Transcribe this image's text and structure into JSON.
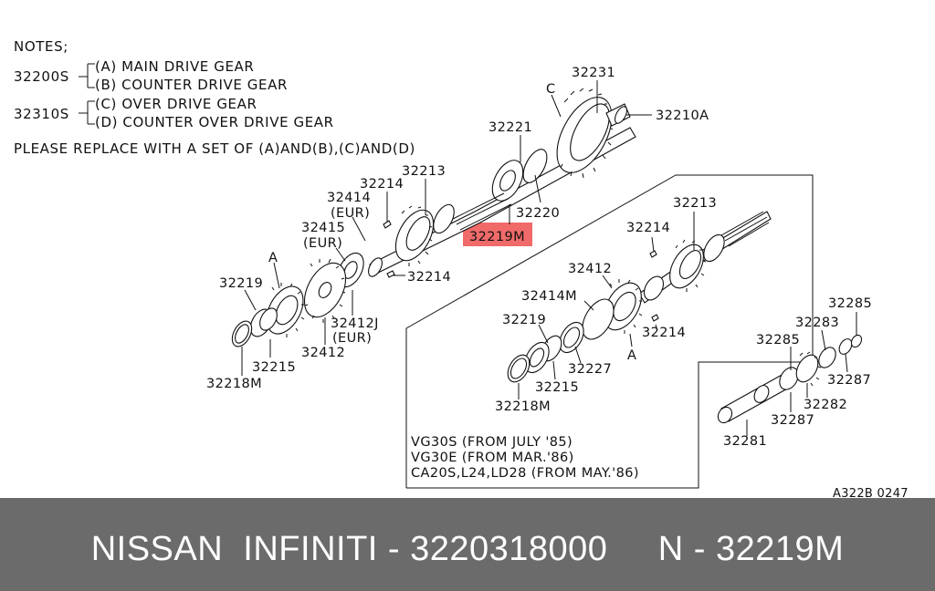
{
  "notes": {
    "heading": "NOTES;",
    "group1_code": "32200S",
    "group1_a": "(A) MAIN DRIVE GEAR",
    "group1_b": "(B) COUNTER DRIVE GEAR",
    "group2_code": "32310S",
    "group2_c": "(C) OVER DRIVE GEAR",
    "group2_d": "(D) COUNTER OVER DRIVE GEAR",
    "replace": "PLEASE REPLACE WITH A SET OF (A)AND(B),(C)AND(D)"
  },
  "labels": {
    "p32231": "32231",
    "pC": "C",
    "p32210A": "32210A",
    "p32221": "32221",
    "p32213_top": "32213",
    "p32220": "32220",
    "p32214_a": "32214",
    "p32414": "32414",
    "eur1": "(EUR)",
    "p32415": "32415",
    "eur2": "(EUR)",
    "p32219M": "32219M",
    "p32214_b": "32214",
    "pA_left": "A",
    "p32219_left": "32219",
    "p32412J": "32412J",
    "eur3": "(EUR)",
    "p32215_left": "32215",
    "p32412_left": "32412",
    "p32218M_left": "32218M",
    "p32213_box": "32213",
    "p32214_box": "32214",
    "p32412_box": "32412",
    "p32414M": "32414M",
    "p32214_box2": "32214",
    "p32219_box": "32219",
    "pA_box": "A",
    "p32227": "32227",
    "p32215_box": "32215",
    "p32218M_box": "32218M",
    "p32285_a": "32285",
    "p32283": "32283",
    "p32285_b": "32285",
    "p32287_a": "32287",
    "p32282": "32282",
    "p32287_b": "32287",
    "p32281": "32281"
  },
  "box_notes": {
    "line1": "VG30S (FROM JULY '85)",
    "line2": "VG30E (FROM MAR.'86)",
    "line3": "CA20S,L24,LD28 (FROM MAY.'86)"
  },
  "figure_code": "A322B 0247",
  "highlight_color": "#f06a6a",
  "footer": {
    "text": "NISSAN  INFINITI - 3220318000     N - 32219M"
  }
}
